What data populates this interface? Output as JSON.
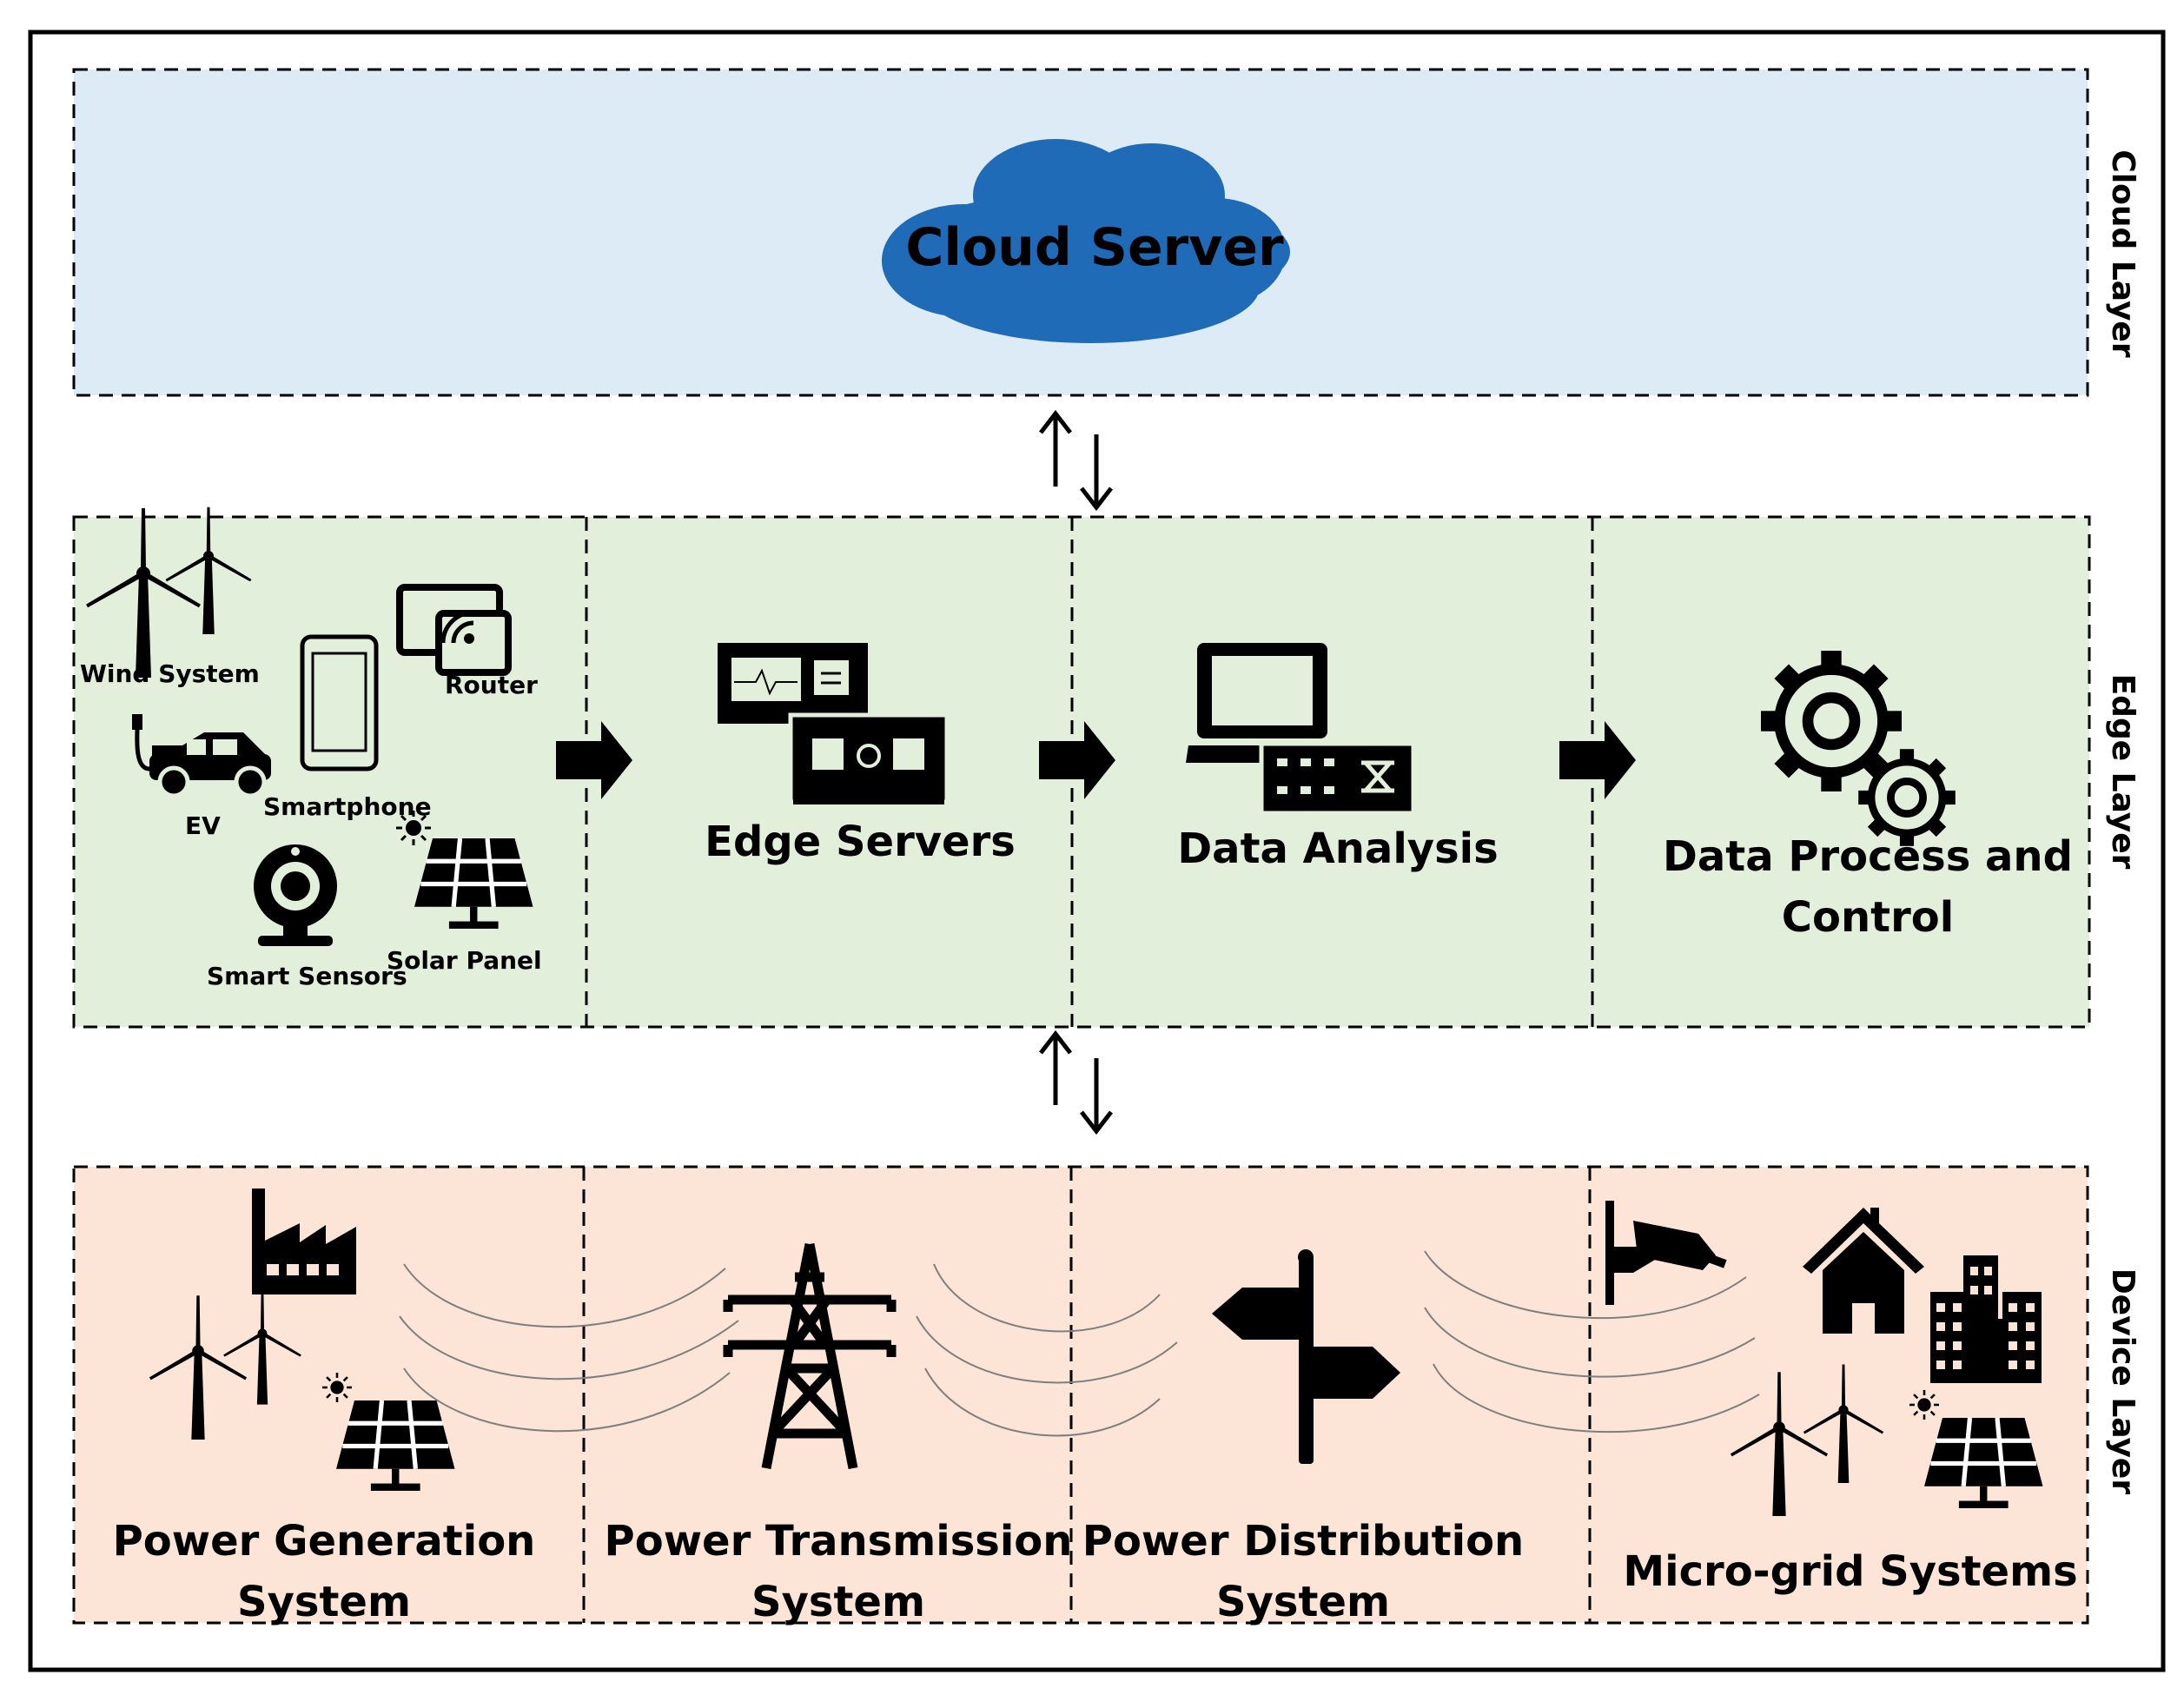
{
  "layers": {
    "cloud_label": "Cloud Layer",
    "edge_label": "Edge Layer",
    "device_label": "Device Layer"
  },
  "cloud": {
    "server_label": "Cloud Server"
  },
  "edge": {
    "devices": {
      "wind": "Wind System",
      "router": "Router",
      "smartphone": "Smartphone",
      "ev": "EV",
      "sensors": "Smart Sensors",
      "solar": "Solar Panel"
    },
    "edge_servers": "Edge Servers",
    "data_analysis": "Data Analysis",
    "process_line1": "Data Process and",
    "process_line2": "Control"
  },
  "device": {
    "generation_line1": "Power Generation",
    "generation_line2": "System",
    "transmission_line1": "Power Transmission",
    "transmission_line2": "System",
    "distribution_line1": "Power Distribution",
    "distribution_line2": "System",
    "microgrid": "Micro-grid Systems"
  },
  "colors": {
    "cloud_bg": "#ddebf7",
    "edge_bg": "#e2efda",
    "device_bg": "#fce4d6",
    "cloud_shape": "#1f6bb8"
  }
}
